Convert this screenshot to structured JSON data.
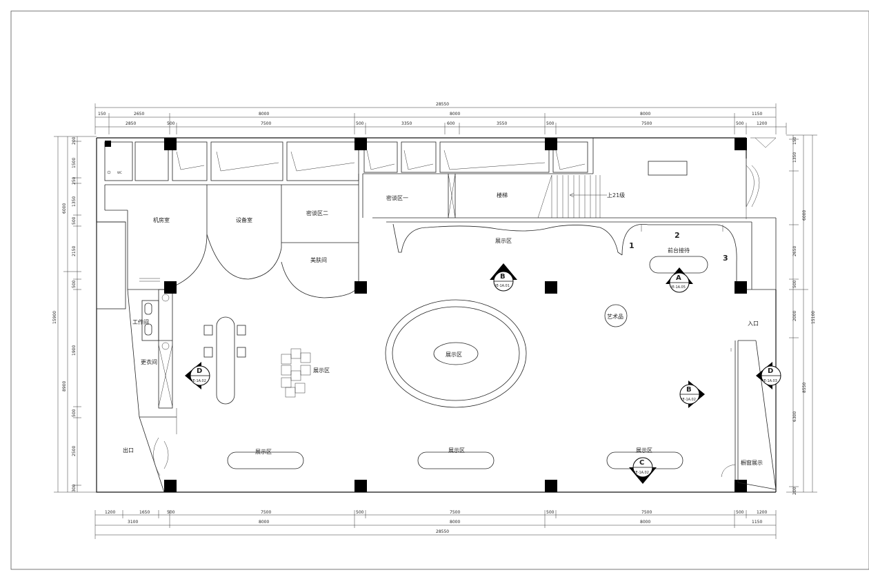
{
  "dims": {
    "top_total": "28550",
    "top_row1": [
      "150",
      "2650",
      "8000",
      "8000",
      "8000",
      "1150"
    ],
    "top_row2": [
      "2850",
      "500",
      "7500",
      "500",
      "3350",
      "600",
      "3550",
      "500",
      "7500",
      "500",
      "1200"
    ],
    "bottom_row1": [
      "1200",
      "1650",
      "500",
      "7500",
      "500",
      "7500",
      "500",
      "7500",
      "500",
      "1200"
    ],
    "bottom_row2": [
      "3100",
      "8000",
      "8000",
      "8000",
      "1150"
    ],
    "bottom_total": "28550",
    "left_outer": [
      "6000",
      "8900"
    ],
    "left_total": "15900",
    "left_inner": [
      "200",
      "1500",
      "250",
      "1350",
      "500",
      "2150",
      "500",
      "1900",
      "500",
      "2500",
      "300"
    ],
    "right_outer": [
      "6000",
      "8550"
    ],
    "right_total": "15100",
    "right_inner": [
      "150",
      "1350",
      "2650",
      "500",
      "2000",
      "6300",
      "200"
    ]
  },
  "rooms": {
    "machine_room": "机房室",
    "equipment_room": "设备室",
    "meeting_room_2": "密谈区二",
    "meeting_room_1": "密谈区一",
    "makeup_room": "美肤间",
    "stairs": "楼梯",
    "stairs_note": "上21级",
    "work_room": "工作间",
    "changing_room": "更衣间",
    "front_reception": "前台接待",
    "artwork": "艺术品",
    "entrance": "入口",
    "exit": "出口",
    "window_display": "橱窗展示",
    "wc": "WC"
  },
  "display": {
    "top_area": "展示区",
    "center": "展示区",
    "left_cluster": "展示区",
    "bottom_left": "展示区",
    "bottom_mid": "展示区",
    "bottom_right": "展示区"
  },
  "callouts": [
    {
      "letter": "B",
      "ref": "IE-1A.01"
    },
    {
      "letter": "A",
      "ref": "IE-1A.05"
    },
    {
      "letter": "B",
      "ref": "IE-1A.02"
    },
    {
      "letter": "C",
      "ref": "IE-1A.02"
    },
    {
      "letter": "D",
      "ref": "IE-1A.02"
    },
    {
      "letter": "D",
      "ref": "IE-1A.03"
    }
  ],
  "markers": [
    "1",
    "2",
    "3"
  ]
}
